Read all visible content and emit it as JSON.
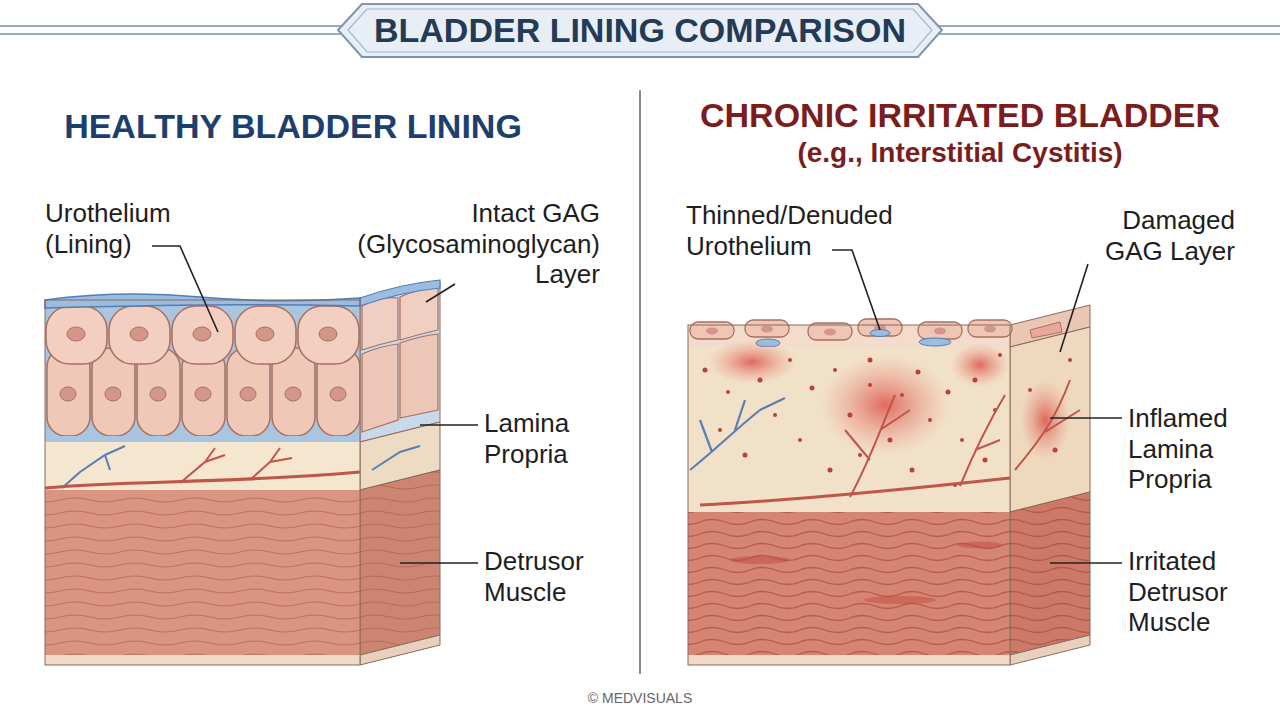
{
  "diagram": {
    "title": "BLADDER LINING COMPARISON",
    "labels": [
      "HEALTHY BLADDER LINING",
      "CHRONIC IRRITATED BLADDER",
      "(e.g., Interstitial Cystitis)",
      "Urothelium (Lining)",
      "Intact GAG (Glycosaminoglycan) Layer",
      "Lamina Propria",
      "Detrusor Muscle",
      "Thinned/Denuded Urothelium",
      "Damaged GAG Layer",
      "Inflamed Lamina Propria",
      "Irritated Detrusor Muscle",
      "© MEDVISUALS"
    ]
  }
}
